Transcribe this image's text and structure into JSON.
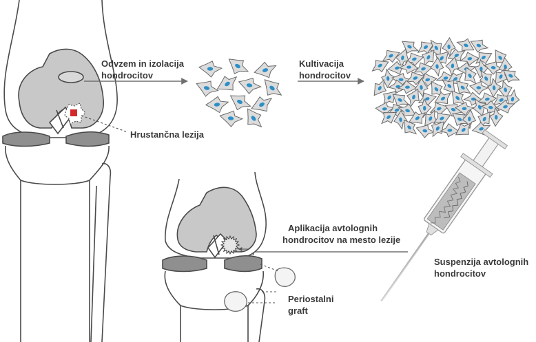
{
  "colors": {
    "bone_outline": "#4a4a4a",
    "cartilage_fill": "#c8c8c8",
    "meniscus_fill": "#8f8f8f",
    "lesion_red": "#d22a2a",
    "cell_fill": "#dcdcdc",
    "nucleus_blue": "#2e8fc6",
    "arrow": "#707070",
    "label_text": "#3a3a3a"
  },
  "steps": {
    "harvest": {
      "line1": "Odvzem in izolacija",
      "line2": "hondrocitov"
    },
    "culture": {
      "line1": "Kultivacija",
      "line2": "hondrocitov"
    },
    "lesion": {
      "text": "Hrustančna lezija"
    },
    "suspension": {
      "line1": "Suspenzija avtolognih",
      "line2": "hondrocitov"
    },
    "application": {
      "line1": "Aplikacija avtolognih",
      "line2": "hondrocitov na mesto lezije"
    },
    "graft": {
      "line1": "Periostalni",
      "line2": "graft"
    }
  },
  "icons": {
    "knee_before": "knee-joint-icon",
    "knee_after": "knee-joint-icon",
    "cells_few": "chondrocyte-cluster-icon",
    "cells_many": "chondrocyte-culture-icon",
    "syringe": "syringe-icon"
  }
}
